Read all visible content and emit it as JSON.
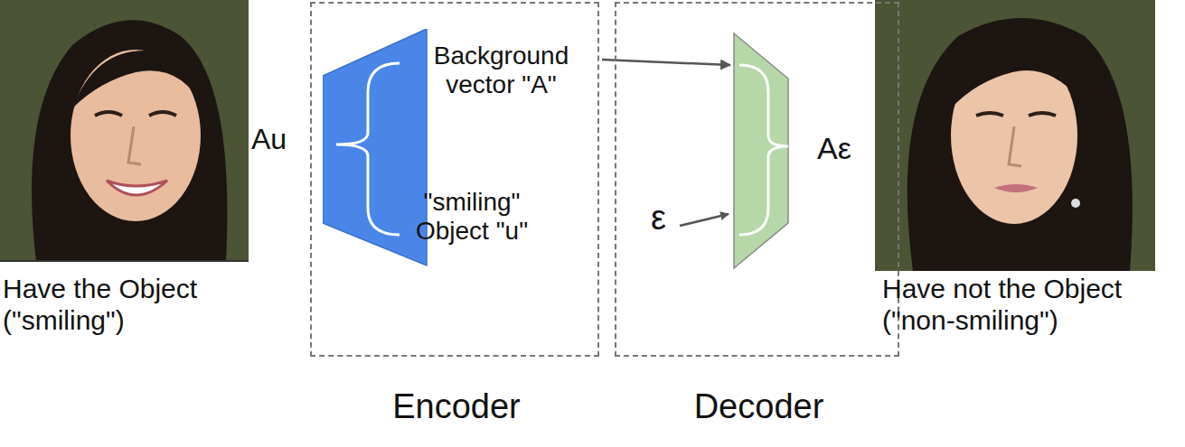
{
  "diagram": {
    "nodes": [
      {
        "text": [
          "Encoder"
        ]
      },
      {
        "text": [
          "Background vector \"A\"",
          "\"smiling\" Object \"u\""
        ],
        "in": 0
      },
      {
        "text": [
          "Decoder"
        ]
      },
      {
        "text": [
          "Aε"
        ],
        "in": 2
      }
    ],
    "edges": [
      {
        "from": 1,
        "to": 3,
        "arrow": "to"
      }
    ],
    "labels": [
      "Au",
      "ε",
      "Have the Object (\"smiling\")",
      "Have not the Object (\"non-smiling\")"
    ]
  }
}
